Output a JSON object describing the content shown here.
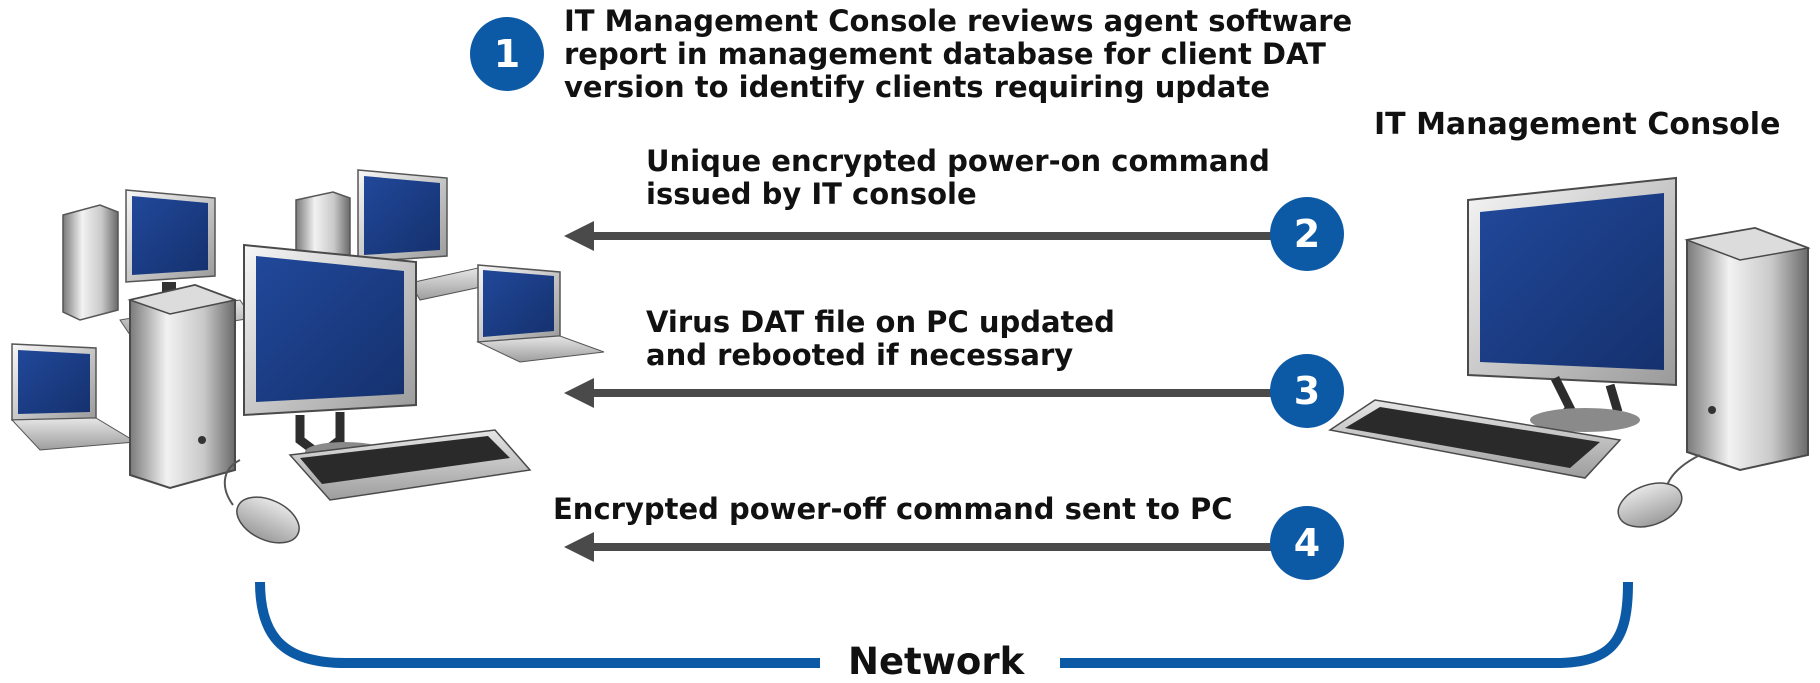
{
  "steps": [
    {
      "number": "1",
      "text_lines": [
        "IT Management Console reviews agent software",
        "report in management database for client DAT",
        "version to identify clients requiring update"
      ]
    },
    {
      "number": "2",
      "text_lines": [
        "Unique encrypted power-on command",
        "issued by IT console"
      ]
    },
    {
      "number": "3",
      "text_lines": [
        "Virus DAT file on PC updated",
        "and rebooted if necessary"
      ]
    },
    {
      "number": "4",
      "text_lines": [
        "Encrypted power-off command sent to PC"
      ]
    }
  ],
  "console_title": "IT Management Console",
  "network_label": "Network",
  "colors": {
    "accent_blue": "#0c5aa6",
    "screen_blue": "#1a3c86",
    "arrow_gray": "#4a4a4a",
    "text": "#111111"
  },
  "icons": [
    "client-computers-group",
    "console-computer",
    "network-bracket"
  ]
}
